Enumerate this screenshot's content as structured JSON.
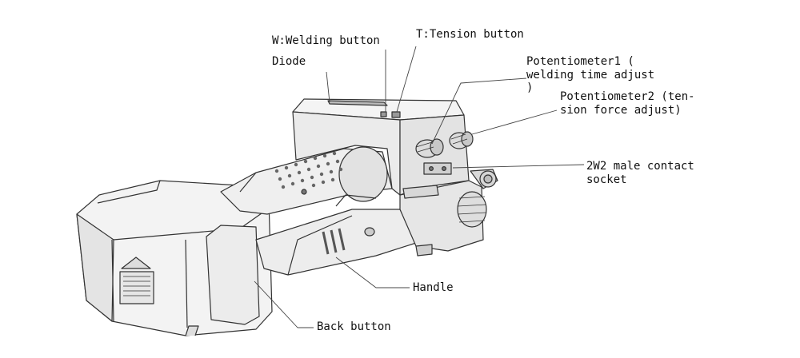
{
  "labels": {
    "welding_button": "W:Welding button",
    "tension_button": "T:Tension button",
    "diode": "Diode",
    "potentiometer1_line1": "Potentiometer1 (",
    "potentiometer1_line2": "welding time adjust",
    "potentiometer1_line3": ")",
    "potentiometer2_line1": "Potentiometer2 (ten-",
    "potentiometer2_line2": "sion force adjust)",
    "socket_line1": "2W2 male contact",
    "socket_line2": "socket",
    "handle": "Handle",
    "back_button": "Back button"
  },
  "colors": {
    "line": "#333333",
    "body_fill": "#f1f1f1",
    "shade_fill": "#d9d9d9",
    "dark_fill": "#8a8a8a"
  }
}
